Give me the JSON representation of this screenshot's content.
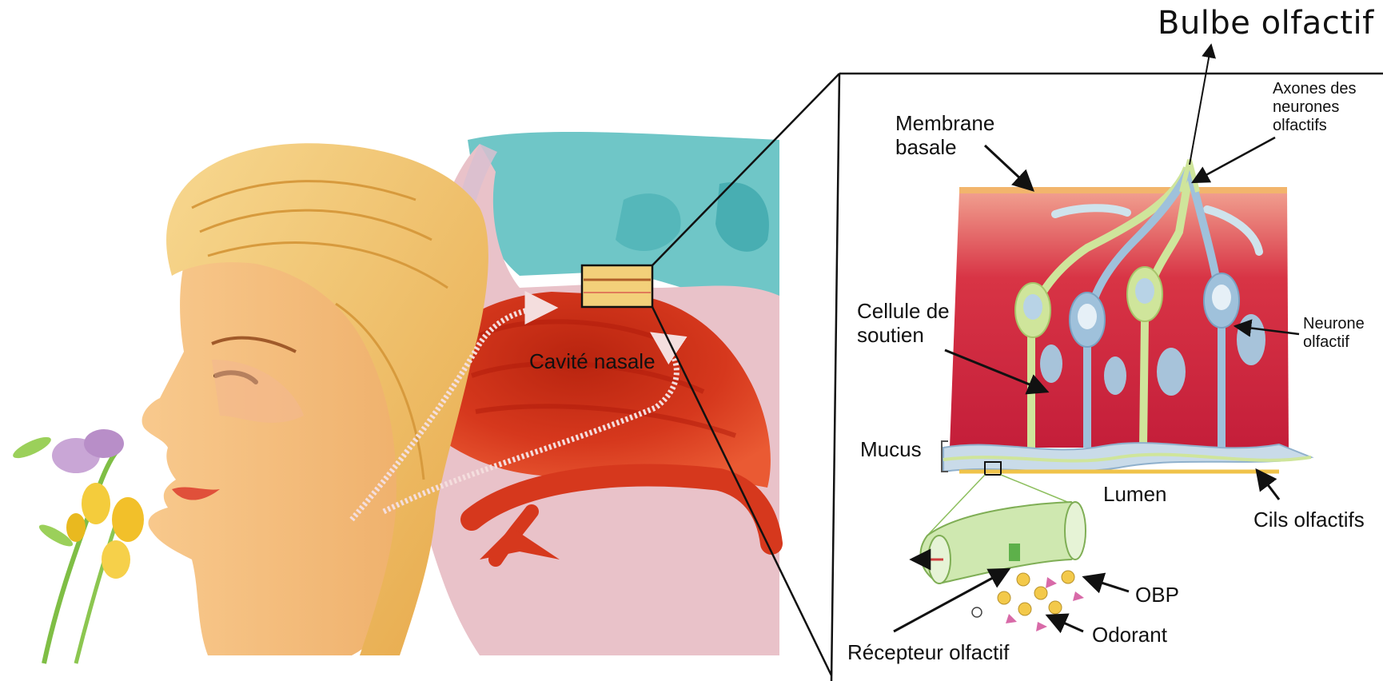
{
  "labels": {
    "title": "Bulbe olfactif",
    "cavity": "Cavité nasale",
    "basal_membrane": "Membrane basale",
    "axons": "Axones des neurones olfactifs",
    "support_cell": "Cellule de soutien",
    "neuron": "Neurone olfactif",
    "mucus": "Mucus",
    "lumen": "Lumen",
    "cilia": "Cils olfactifs",
    "obp": "OBP",
    "odorant": "Odorant",
    "receptor": "Récepteur olfactif"
  },
  "colors": {
    "skin": "#f6c58c",
    "hair": "#f1c46a",
    "cavity_red": "#d9381e",
    "teal": "#63c3c6",
    "tissue_pink": "#e9c2c9",
    "neuron_blue": "#9fc1db",
    "support_green": "#cfe59b",
    "outline": "#111111"
  }
}
